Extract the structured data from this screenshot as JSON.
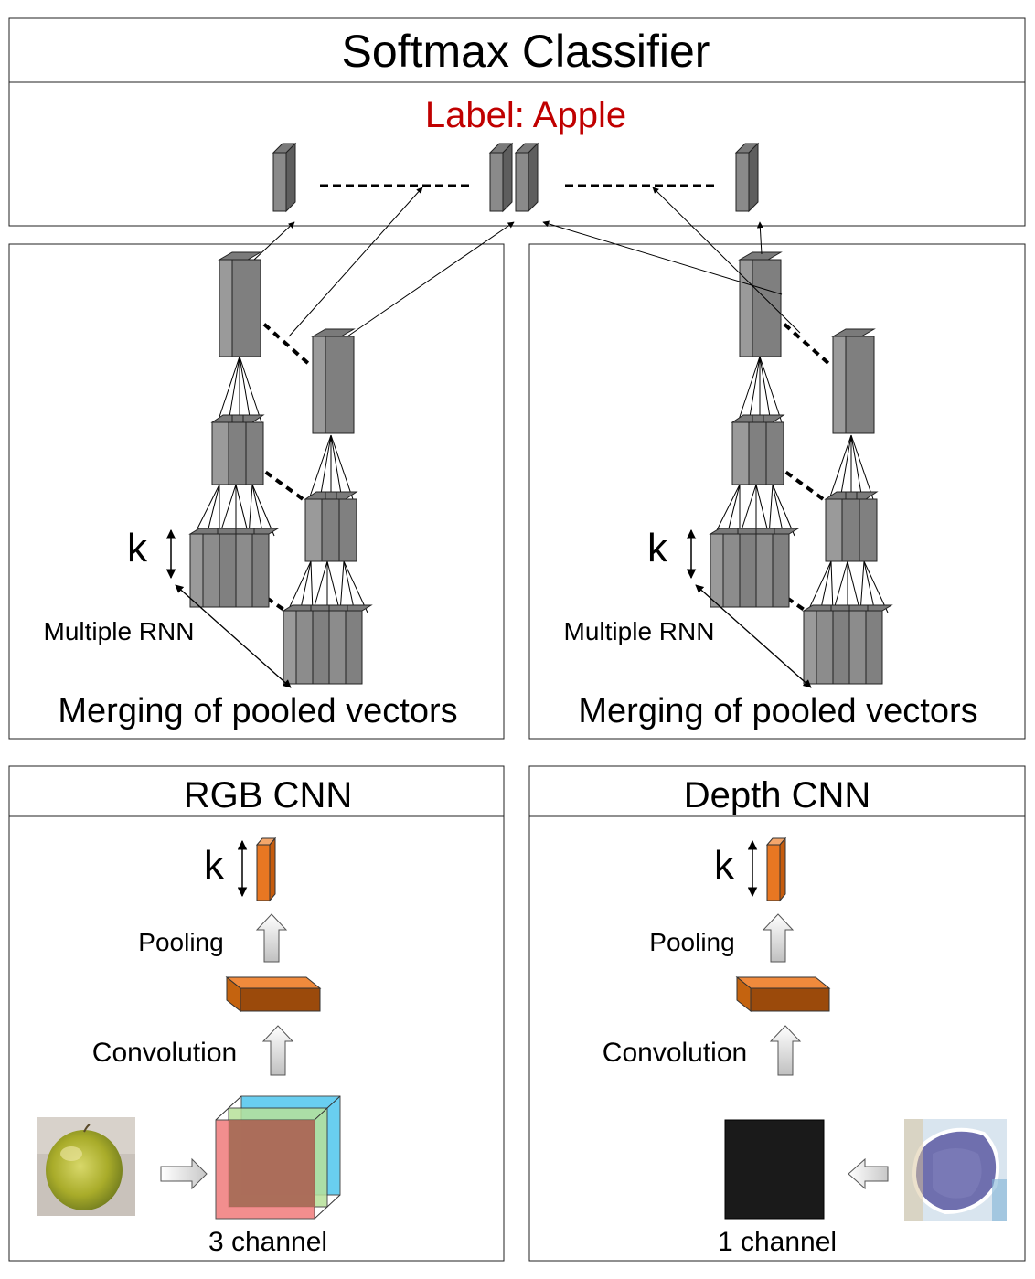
{
  "softmax": {
    "title": "Softmax Classifier",
    "label": "Label: Apple"
  },
  "rnn_panel": {
    "k": "k",
    "multiple_rnn": "Multiple RNN",
    "merging": "Merging of pooled vectors"
  },
  "rgb_cnn": {
    "title": "RGB CNN",
    "k": "k",
    "pooling": "Pooling",
    "convolution": "Convolution",
    "channel": "3 channel"
  },
  "depth_cnn": {
    "title": "Depth CNN",
    "k": "k",
    "pooling": "Pooling",
    "convolution": "Convolution",
    "channel": "1 channel"
  },
  "colors": {
    "label_red": "#c00000",
    "cube_gray": "#808080",
    "feature_orange": "#e87722",
    "conv_brown": "#9b4a0b"
  }
}
